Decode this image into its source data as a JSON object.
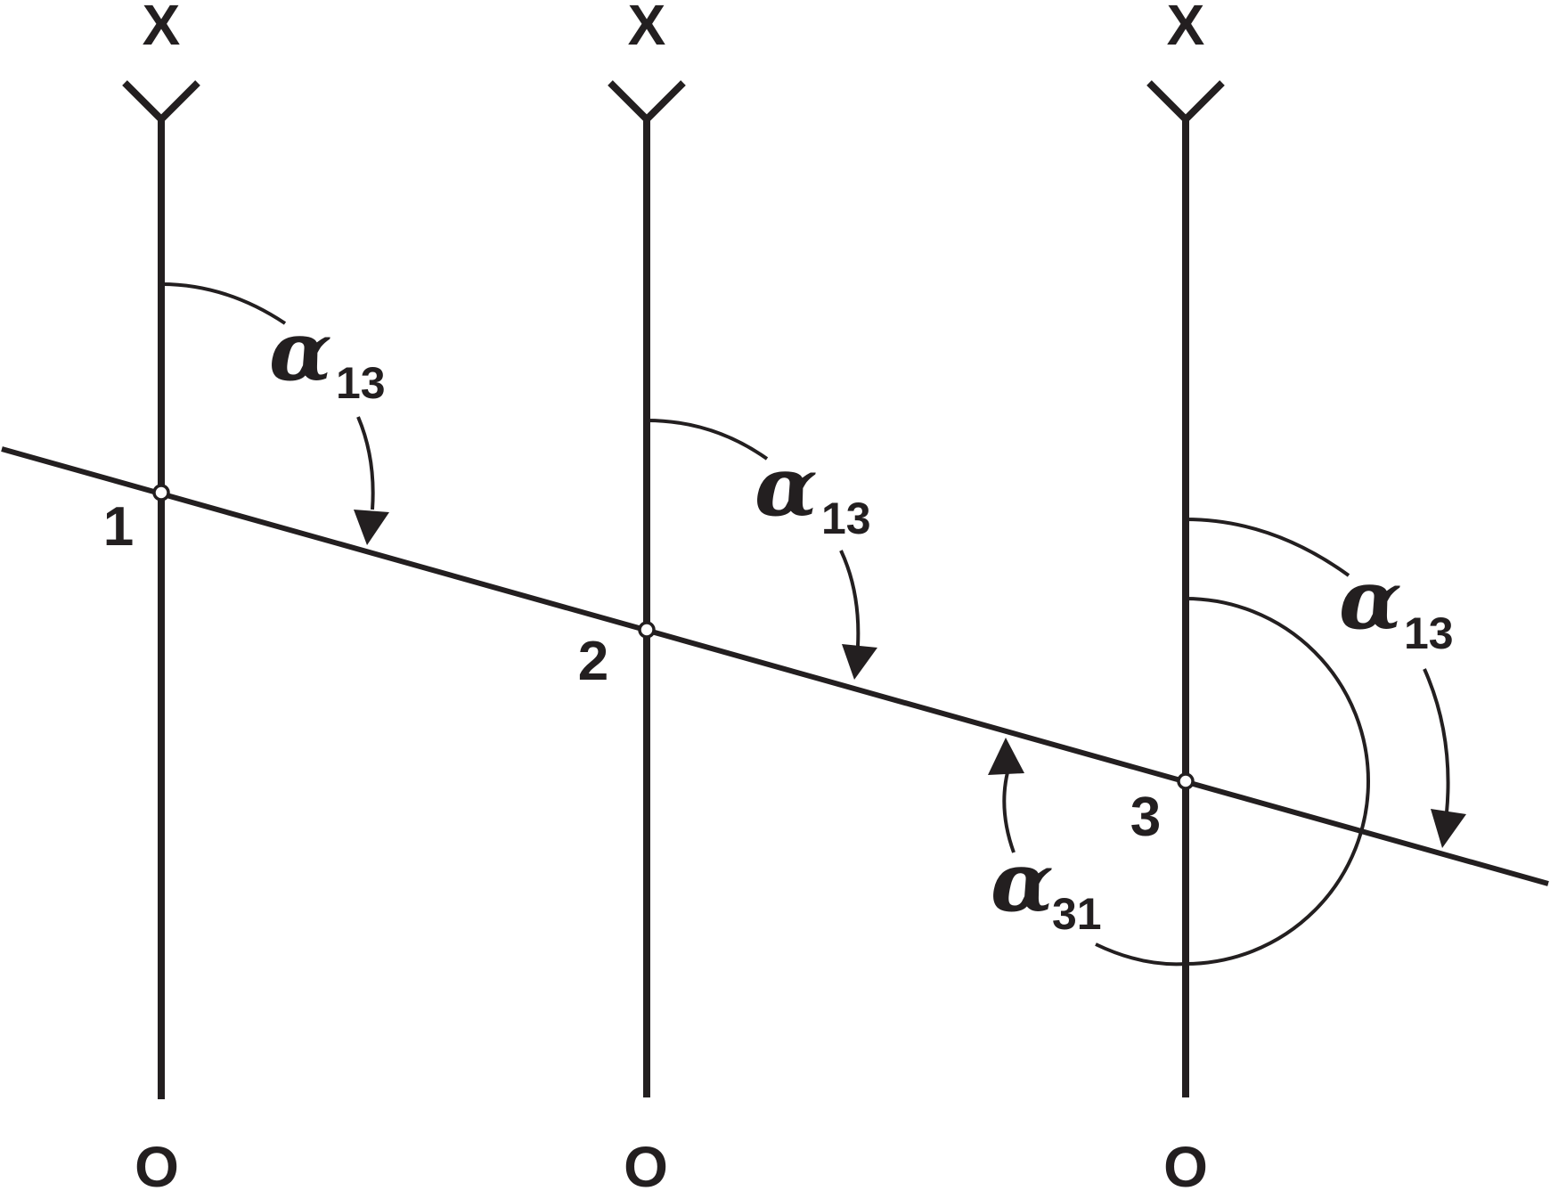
{
  "meridians": [
    {
      "top_label": "X",
      "bottom_label": "O",
      "point_label": "1"
    },
    {
      "top_label": "X",
      "bottom_label": "O",
      "point_label": "2"
    },
    {
      "top_label": "X",
      "bottom_label": "O",
      "point_label": "3"
    }
  ],
  "angle_labels": [
    {
      "symbol": "α",
      "subscript": "13"
    },
    {
      "symbol": "α",
      "subscript": "13"
    },
    {
      "symbol": "α",
      "subscript": "13"
    },
    {
      "symbol": "α",
      "subscript": "31"
    }
  ]
}
